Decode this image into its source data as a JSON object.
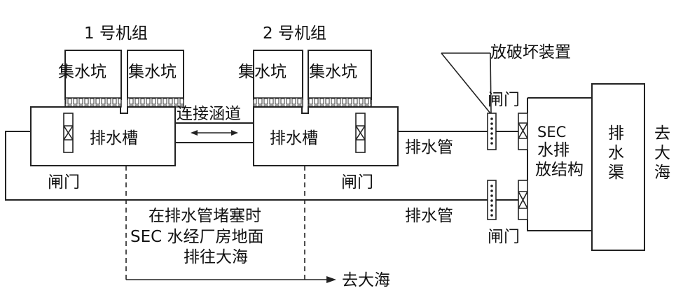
{
  "unit1": {
    "title": "1 号机组",
    "pit_left": "集水坑",
    "pit_right": "集水坑",
    "tank": "排水槽",
    "gate": "闸门"
  },
  "unit2": {
    "title": "2 号机组",
    "pit_left": "集水坑",
    "pit_right": "集水坑",
    "tank": "排水槽",
    "gate": "闸门"
  },
  "tunnel": "连接涵道",
  "pipe_top": "排水管",
  "pipe_bottom": "排水管",
  "anti_damage": "放破坏装置",
  "gate_top": "闸门",
  "gate_bottom": "闸门",
  "sec_outfall": [
    "SEC",
    "水排",
    "放结构"
  ],
  "channel": [
    "排",
    "水",
    "渠"
  ],
  "to_sea_right": [
    "去",
    "大",
    "海"
  ],
  "blocked_note": [
    "在排水管堵塞时",
    "SEC 水经厂房地面",
    "排往大海"
  ],
  "to_sea_bottom": "去大海"
}
